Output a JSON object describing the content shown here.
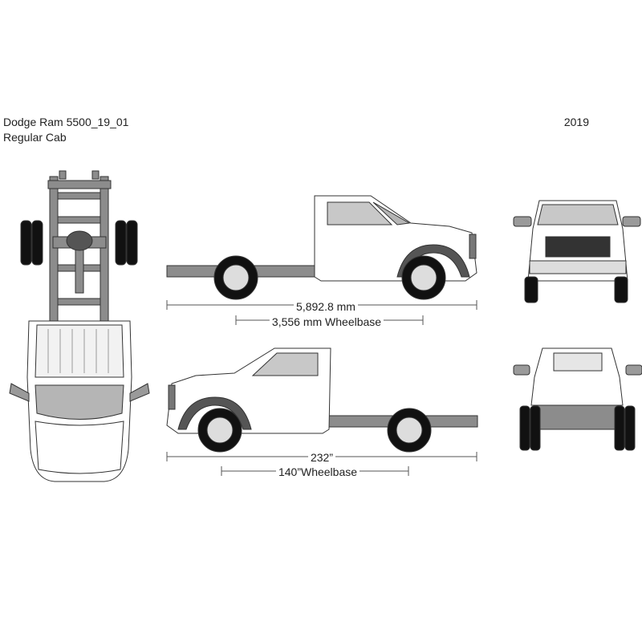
{
  "header": {
    "model": "Dodge Ram 5500_19_01",
    "cab": "Regular Cab",
    "year": "2019"
  },
  "dimensions": {
    "metric_length": "5,892.8 mm",
    "metric_wheelbase": "3,556 mm Wheelbase",
    "imperial_length": "232”",
    "imperial_wheelbase": "140”Wheelbase"
  },
  "colors": {
    "frame": "#8c8c8c",
    "tire": "#111111",
    "glass": "#c8c8c8",
    "outline": "#333333",
    "panel": "#e6e6e6"
  }
}
